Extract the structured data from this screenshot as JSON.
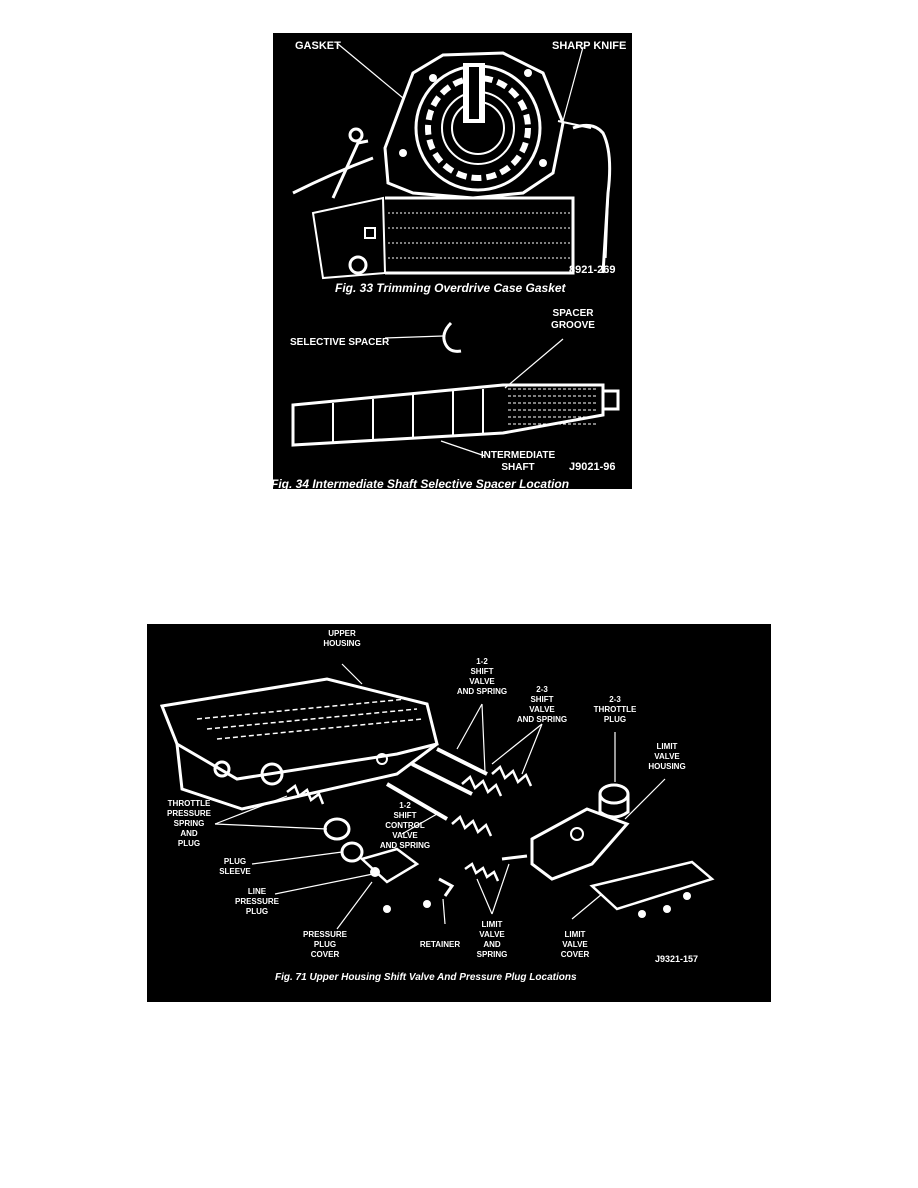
{
  "figures": {
    "fig33": {
      "labels": {
        "gasket": "GASKET",
        "sharp_knife": "SHARP KNIFE"
      },
      "code": "8921-269",
      "caption": "Fig. 33 Trimming Overdrive Case Gasket"
    },
    "fig34": {
      "labels": {
        "selective_spacer": "SELECTIVE SPACER",
        "spacer": "SPACER",
        "groove": "GROOVE",
        "intermediate": "INTERMEDIATE",
        "shaft": "SHAFT"
      },
      "code": "J9021-96",
      "caption": "Fig. 34 Intermediate Shaft Selective Spacer Location"
    },
    "fig71": {
      "labels": {
        "upper": "UPPER",
        "housing": "HOUSING",
        "s12_1": "1-2",
        "s12_2": "SHIFT",
        "s12_3": "VALVE",
        "s12_4": "AND SPRING",
        "s23_1": "2-3",
        "s23_2": "SHIFT",
        "s23_3": "VALVE",
        "s23_4": "AND SPRING",
        "tp23_1": "2-3",
        "tp23_2": "THROTTLE",
        "tp23_3": "PLUG",
        "lvh_1": "LIMIT",
        "lvh_2": "VALVE",
        "lvh_3": "HOUSING",
        "tps_1": "THROTTLE",
        "tps_2": "PRESSURE",
        "tps_3": "SPRING",
        "tps_4": "AND",
        "tps_5": "PLUG",
        "scv_1": "1-2",
        "scv_2": "SHIFT",
        "scv_3": "CONTROL",
        "scv_4": "VALVE",
        "scv_5": "AND SPRING",
        "ps_1": "PLUG",
        "ps_2": "SLEEVE",
        "lpp_1": "LINE",
        "lpp_2": "PRESSURE",
        "lpp_3": "PLUG",
        "ppc_1": "PRESSURE",
        "ppc_2": "PLUG",
        "ppc_3": "COVER",
        "retainer": "RETAINER",
        "lvs_1": "LIMIT",
        "lvs_2": "VALVE",
        "lvs_3": "AND",
        "lvs_4": "SPRING",
        "lvc_1": "LIMIT",
        "lvc_2": "VALVE",
        "lvc_3": "COVER"
      },
      "code": "J9321-157",
      "caption": "Fig. 71 Upper Housing Shift Valve And Pressure Plug Locations"
    }
  }
}
